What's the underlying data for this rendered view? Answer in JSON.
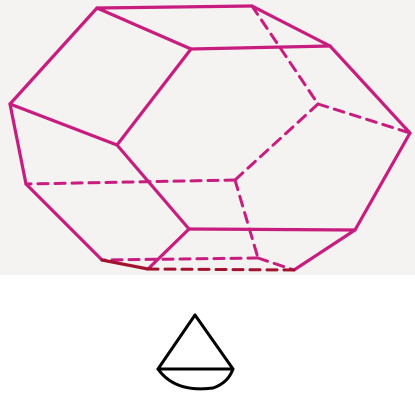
{
  "figure": {
    "background": "#f4f3f1",
    "edge_color": "#c81d7e",
    "bottom_edge_color": "#a3122f",
    "solid_edges": [
      [
        [
          97,
          8
        ],
        [
          252,
          6
        ]
      ],
      [
        [
          252,
          6
        ],
        [
          330,
          46
        ]
      ],
      [
        [
          97,
          8
        ],
        [
          10,
          104
        ]
      ],
      [
        [
          97,
          8
        ],
        [
          191,
          49
        ]
      ],
      [
        [
          191,
          49
        ],
        [
          330,
          46
        ]
      ],
      [
        [
          191,
          49
        ],
        [
          117,
          145
        ]
      ],
      [
        [
          10,
          104
        ],
        [
          117,
          145
        ]
      ],
      [
        [
          330,
          46
        ],
        [
          410,
          133
        ]
      ],
      [
        [
          410,
          133
        ],
        [
          355,
          230
        ]
      ],
      [
        [
          355,
          230
        ],
        [
          294,
          270
        ]
      ],
      [
        [
          10,
          104
        ],
        [
          26,
          184
        ]
      ],
      [
        [
          26,
          184
        ],
        [
          102,
          260
        ]
      ],
      [
        [
          117,
          145
        ],
        [
          189,
          229
        ]
      ],
      [
        [
          189,
          229
        ],
        [
          355,
          230
        ]
      ],
      [
        [
          189,
          229
        ],
        [
          148,
          269
        ]
      ]
    ],
    "dashed_edges": [
      [
        [
          252,
          6
        ],
        [
          318,
          104
        ]
      ],
      [
        [
          318,
          104
        ],
        [
          410,
          133
        ]
      ],
      [
        [
          318,
          104
        ],
        [
          235,
          180
        ]
      ],
      [
        [
          235,
          180
        ],
        [
          26,
          184
        ]
      ],
      [
        [
          235,
          180
        ],
        [
          258,
          258
        ]
      ],
      [
        [
          258,
          258
        ],
        [
          102,
          260
        ]
      ],
      [
        [
          258,
          258
        ],
        [
          294,
          270
        ]
      ]
    ],
    "bottom_edges": [
      [
        [
          102,
          260
        ],
        [
          148,
          269
        ]
      ],
      [
        [
          148,
          269
        ],
        [
          294,
          270
        ]
      ]
    ]
  },
  "symbol": {
    "color": "#000000"
  }
}
